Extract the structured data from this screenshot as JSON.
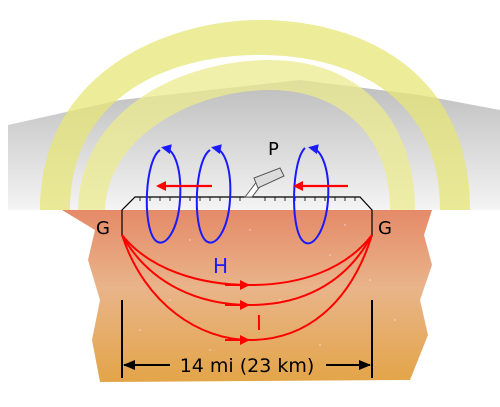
{
  "labels": {
    "ground_left": "G",
    "ground_right": "G",
    "pole": "P",
    "magnetic_field": "H",
    "current": "I",
    "distance": "14 mi (23 km)"
  },
  "colors": {
    "field_loops": "#1a1aff",
    "current_arrows": "#ff0000",
    "sky_haze": "#c9c9c9",
    "aurora": "#e8e86a",
    "earth_top": "#e8906a",
    "earth_bottom": "#e0a040",
    "wire": "#000000"
  }
}
